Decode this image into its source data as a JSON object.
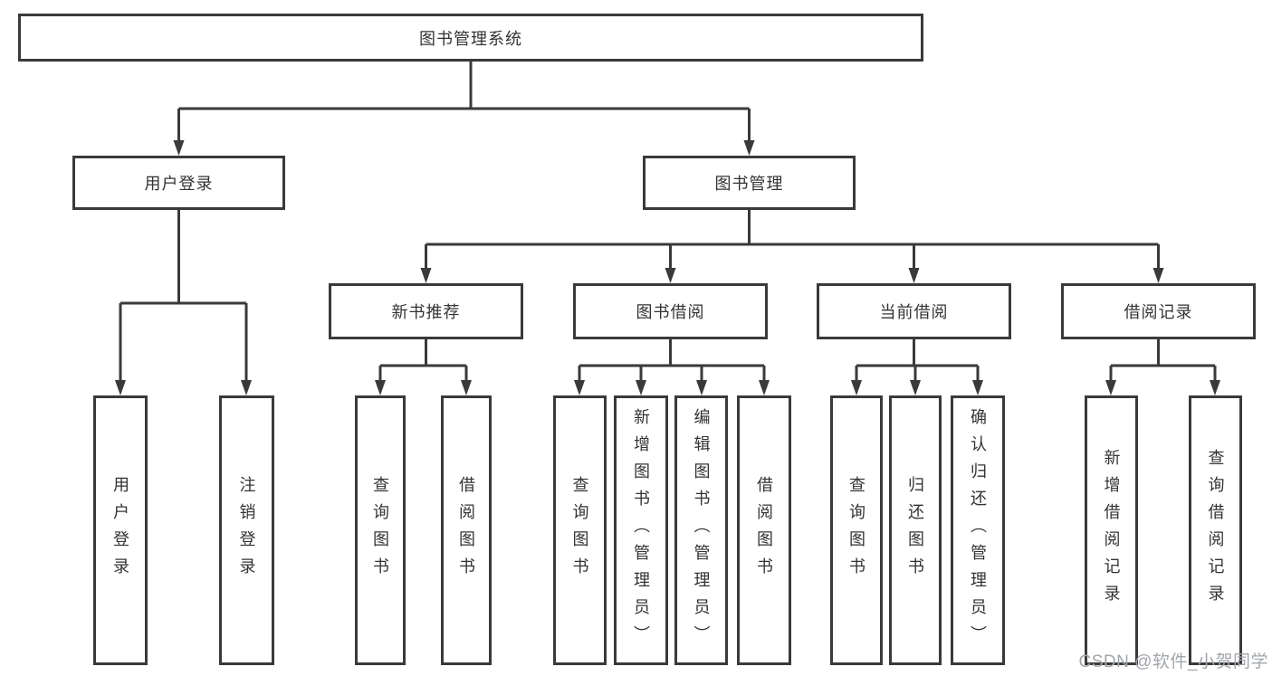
{
  "colors": {
    "line": "#3a3a3a",
    "text": "#333333",
    "background": "#ffffff",
    "watermark": "#a2a6ab"
  },
  "watermark": {
    "text": "CSDN @软件_小贺同学"
  },
  "tree": {
    "label": "图书管理系统",
    "children": [
      {
        "label": "用户登录",
        "children": [
          {
            "label": "用户登录"
          },
          {
            "label": "注销登录"
          }
        ]
      },
      {
        "label": "图书管理",
        "children": [
          {
            "label": "新书推荐",
            "children": [
              {
                "label": "查询图书"
              },
              {
                "label": "借阅图书"
              }
            ]
          },
          {
            "label": "图书借阅",
            "children": [
              {
                "label": "查询图书"
              },
              {
                "label": "新增图书（管理员）"
              },
              {
                "label": "编辑图书（管理员）"
              },
              {
                "label": "借阅图书"
              }
            ]
          },
          {
            "label": "当前借阅",
            "children": [
              {
                "label": "查询图书"
              },
              {
                "label": "归还图书"
              },
              {
                "label": "确认归还（管理员）"
              }
            ]
          },
          {
            "label": "借阅记录",
            "children": [
              {
                "label": "新增借阅记录"
              },
              {
                "label": "查询借阅记录"
              }
            ]
          }
        ]
      }
    ]
  }
}
